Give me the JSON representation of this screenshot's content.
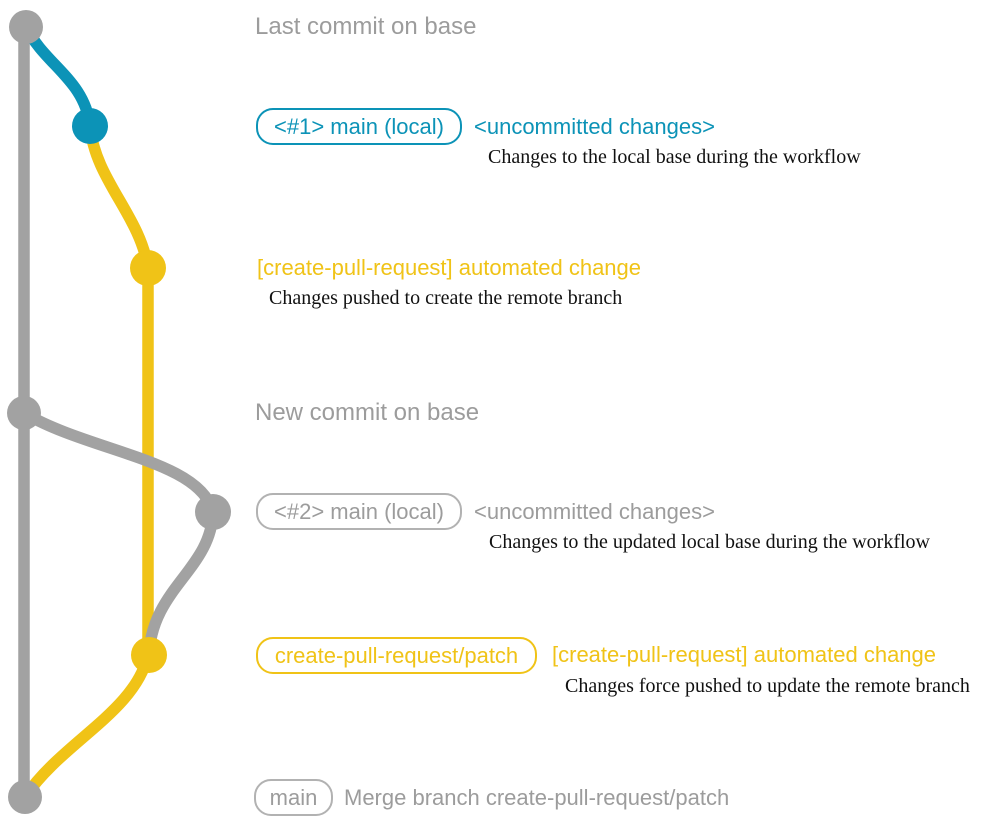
{
  "colors": {
    "gray": "#a2a2a2",
    "gray_text": "#9c9c9c",
    "gray_border": "#b2b2b2",
    "blue": "#0c93b7",
    "yellow": "#f0c317",
    "caption_text": "#111111"
  },
  "headers": {
    "last_commit": "Last commit on base",
    "new_commit": "New commit on base"
  },
  "branch1": {
    "tag": "<#1> main (local)",
    "status": "<uncommitted changes>",
    "caption": "Changes to the local base during the workflow"
  },
  "push1": {
    "label": "[create-pull-request] automated change",
    "caption": "Changes pushed to create the remote branch"
  },
  "branch2": {
    "tag": "<#2> main (local)",
    "status": "<uncommitted changes>",
    "caption": "Changes to the updated local base during the workflow"
  },
  "push2": {
    "tag": "create-pull-request/patch",
    "label": "[create-pull-request] automated change",
    "caption": "Changes force pushed to update the remote branch"
  },
  "merge": {
    "tag": "main",
    "label": "Merge branch create-pull-request/patch"
  },
  "graph": {
    "branches": [
      "base (gray)",
      "main local (blue)",
      "create-pull-request/patch (yellow)"
    ],
    "commit_count": 7
  }
}
